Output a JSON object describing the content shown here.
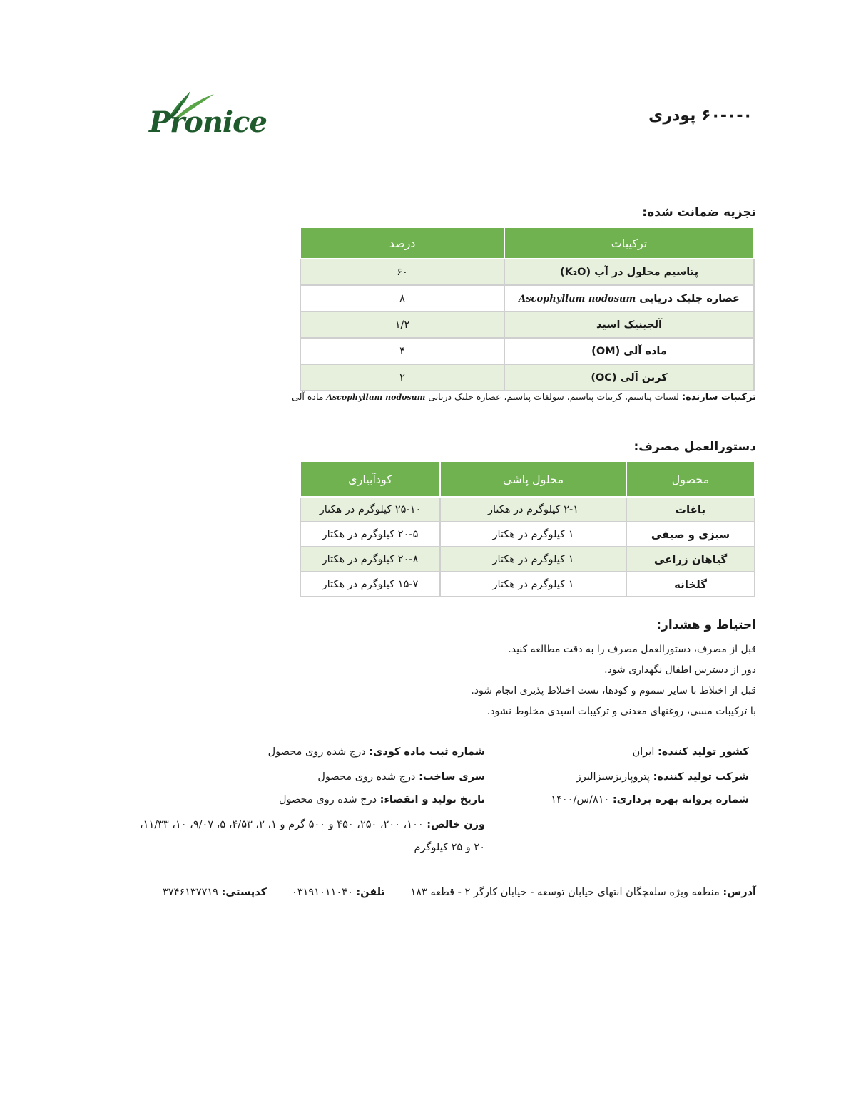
{
  "header": {
    "brand": "Pronice",
    "title": "۶۰-۰-۰ پودری",
    "brand_color": "#1f5a2c"
  },
  "analysis": {
    "heading": "تجزیه ضمانت شده:",
    "columns": [
      "ترکیبات",
      "درصد"
    ],
    "rows": [
      {
        "name": "پتاسیم محلول در آب (K₂O)",
        "latin": "",
        "value": "۶۰"
      },
      {
        "name": "عصاره جلبک دریایی",
        "latin": "Ascophyllum nodosum",
        "value": "۸"
      },
      {
        "name": "آلجینیک اسید",
        "latin": "",
        "value": "۱/۲"
      },
      {
        "name": "ماده آلی (OM)",
        "latin": "",
        "value": "۴"
      },
      {
        "name": "کربن آلی (OC)",
        "latin": "",
        "value": "۲"
      }
    ],
    "header_color": "#6fb24f",
    "stripe_color": "#e6f0dc"
  },
  "ingredients": {
    "label": "ترکیبات سازنده:",
    "text": "لستات پتاسیم، کربنات پتاسیم، سولفات پتاسیم، عصاره جلبک دریایی",
    "latin": "Ascophyllum nodosum",
    "tail": "ماده آلی"
  },
  "usage": {
    "heading": "دستورالعمل مصرف:",
    "columns": [
      "محصول",
      "محلول پاشی",
      "کودآبیاری"
    ],
    "rows": [
      {
        "product": "باغات",
        "spray": "۲-۱ کیلوگرم در هکتار",
        "fertigation": "۲۵-۱۰ کیلوگرم در هکتار"
      },
      {
        "product": "سبزی و صیفی",
        "spray": "۱ کیلوگرم در هکتار",
        "fertigation": "۲۰-۵ کیلوگرم در هکتار"
      },
      {
        "product": "گیاهان زراعی",
        "spray": "۱ کیلوگرم در هکتار",
        "fertigation": "۲۰-۸ کیلوگرم در هکتار"
      },
      {
        "product": "گلخانه",
        "spray": "۱ کیلوگرم در هکتار",
        "fertigation": "۱۵-۷ کیلوگرم در هکتار"
      }
    ]
  },
  "warnings": {
    "heading": "احتیاط و هشدار:",
    "lines": [
      "قبل از مصرف، دستورالعمل مصرف را به دقت مطالعه کنید.",
      "دور از دسترس اطفال نگهداری شود.",
      "قبل از اختلاط با سایر سموم و کودها، تست اختلاط پذیری انجام شود.",
      "با ترکیبات مسی، روغنهای معدنی و ترکیبات اسیدی مخلوط نشود."
    ]
  },
  "info_right": {
    "country_label": "کشور تولید کننده:",
    "country_value": "ایران",
    "company_label": "شرکت تولید کننده:",
    "company_value": "پتروپاریزسبزالبرز",
    "license_label": "شماره پروانه بهره برداری:",
    "license_value": "۸۱۰/س/۱۴۰۰"
  },
  "info_left": {
    "reg_label": "شماره ثبت ماده کودی:",
    "reg_value": "درج شده روی محصول",
    "batch_label": "سری ساخت:",
    "batch_value": "درج شده روی محصول",
    "date_label": "تاریخ تولید و انقضاء:",
    "date_value": "درج شده روی محصول",
    "weight_label": "وزن خالص:",
    "weight_value_1": "۱۰۰، ۲۰۰، ۲۵۰، ۴۵۰ و ۵۰۰ گرم و ۱، ۲، ۴/۵۳، ۵، ۹/۰۷، ۱۰، ۱۱/۳۳،",
    "weight_value_2": "۲۰ و ۲۵ کیلوگرم"
  },
  "footer": {
    "address_label": "آدرس:",
    "address_value": "منطقه ویژه سلفچگان انتهای خیابان توسعه - خیابان کارگر ۲ - قطعه ۱۸۳",
    "phone_label": "تلفن:",
    "phone_value": "۰۳۱۹۱۰۱۱۰۴۰",
    "postal_label": "کدپستی:",
    "postal_value": "۳۷۴۶۱۳۷۷۱۹"
  }
}
